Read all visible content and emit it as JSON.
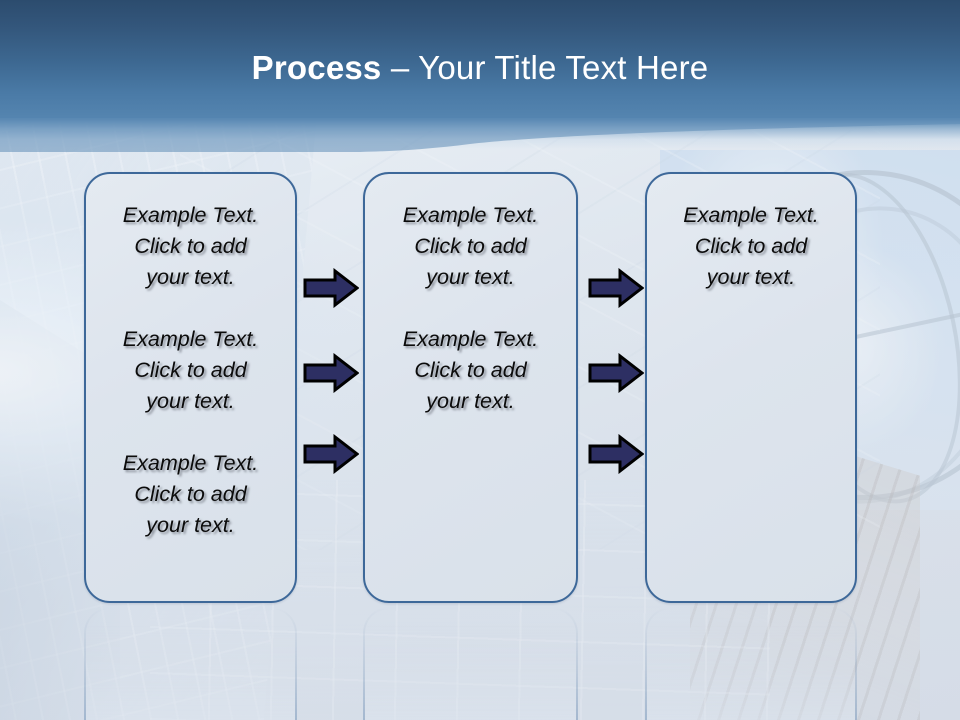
{
  "slide": {
    "title": {
      "strong": "Process",
      "rest": " – Your Title Text Here"
    },
    "theme": {
      "header_top_color": "#2c4c6e",
      "header_bottom_color": "#5585b0",
      "box_fill_color": "#dde4ed",
      "box_border_color": "#3d6899",
      "arrow_fill_color": "#2d2f63",
      "arrow_outline_color": "#000000",
      "title_text_color": "#ffffff",
      "body_text_color": "#0b0b0b"
    },
    "boxes": [
      {
        "name": "box-1",
        "paragraphs": [
          "Example Text.\nClick  to add\nyour text.",
          "Example Text.\nClick  to add\nyour text.",
          "Example Text.\nClick  to add\nyour text."
        ]
      },
      {
        "name": "box-2",
        "paragraphs": [
          "Example Text.\nClick  to add\nyour text.",
          "Example Text.\nClick  to add\nyour text."
        ]
      },
      {
        "name": "box-3",
        "paragraphs": [
          "Example Text.\nClick  to add\nyour text."
        ]
      }
    ],
    "arrows": {
      "icon": "right-arrow-icon",
      "column_a_count": 3,
      "column_b_count": 3
    }
  }
}
